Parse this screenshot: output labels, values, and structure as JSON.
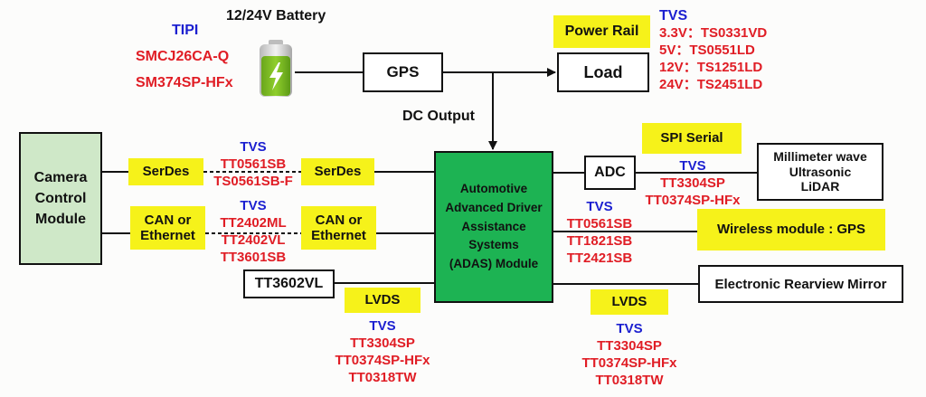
{
  "battery": {
    "label": "12/24V Battery",
    "icon": "battery-charging-icon",
    "protection_title": "TIPI",
    "parts": [
      "SMCJ26CA-Q",
      "SM374SP-HFx"
    ]
  },
  "gps_box": "GPS",
  "dc_output": "DC Output",
  "power_rail": {
    "tag": "Power Rail",
    "load_box": "Load",
    "tvs_title": "TVS",
    "parts": [
      "3.3V：TS0331VD",
      "5V：TS0551LD",
      "12V：TS1251LD",
      "24V：TS2451LD"
    ]
  },
  "camera_module": [
    "Camera",
    "Control",
    "Module"
  ],
  "serdes_link": {
    "left_tag": "SerDes",
    "right_tag": "SerDes",
    "tvs_title": "TVS",
    "parts": [
      "TT0561SB",
      "TS0561SB-F"
    ]
  },
  "can_link": {
    "left_tag": [
      "CAN or",
      "Ethernet"
    ],
    "right_tag": [
      "CAN or",
      "Ethernet"
    ],
    "tvs_title": "TVS",
    "parts": [
      "TT2402ML",
      "TT2402VL",
      "TT3601SB"
    ]
  },
  "adas_module": [
    "Automotive",
    "Advanced Driver",
    "Assistance Systems",
    "(ADAS) Module"
  ],
  "tt3602_box": "TT3602VL",
  "lvds_left": {
    "tag": "LVDS",
    "tvs_title": "TVS",
    "parts": [
      "TT3304SP",
      "TT0374SP-HFx",
      "TT0318TW"
    ]
  },
  "adc_link": {
    "adc_box": "ADC",
    "tag": "SPI Serial",
    "tvs_title": "TVS",
    "parts": [
      "TT3304SP",
      "TT0374SP-HFx"
    ],
    "sensor_box": [
      "Millimeter wave",
      "Ultrasonic",
      "LiDAR"
    ]
  },
  "wireless_link": {
    "tvs_title": "TVS",
    "parts": [
      "TT0561SB",
      "TT1821SB",
      "TT2421SB"
    ],
    "tag": "Wireless module : GPS"
  },
  "mirror_link": {
    "box": "Electronic Rearview Mirror",
    "tag": "LVDS",
    "tvs_title": "TVS",
    "parts": [
      "TT3304SP",
      "TT0374SP-HFx",
      "TT0318TW"
    ]
  },
  "colors": {
    "part_red": "#e01d25",
    "tvs_blue": "#1b1fd0",
    "highlight_yellow": "#f6f21a",
    "adas_green": "#1db353",
    "camera_green": "#cfe8c8"
  }
}
